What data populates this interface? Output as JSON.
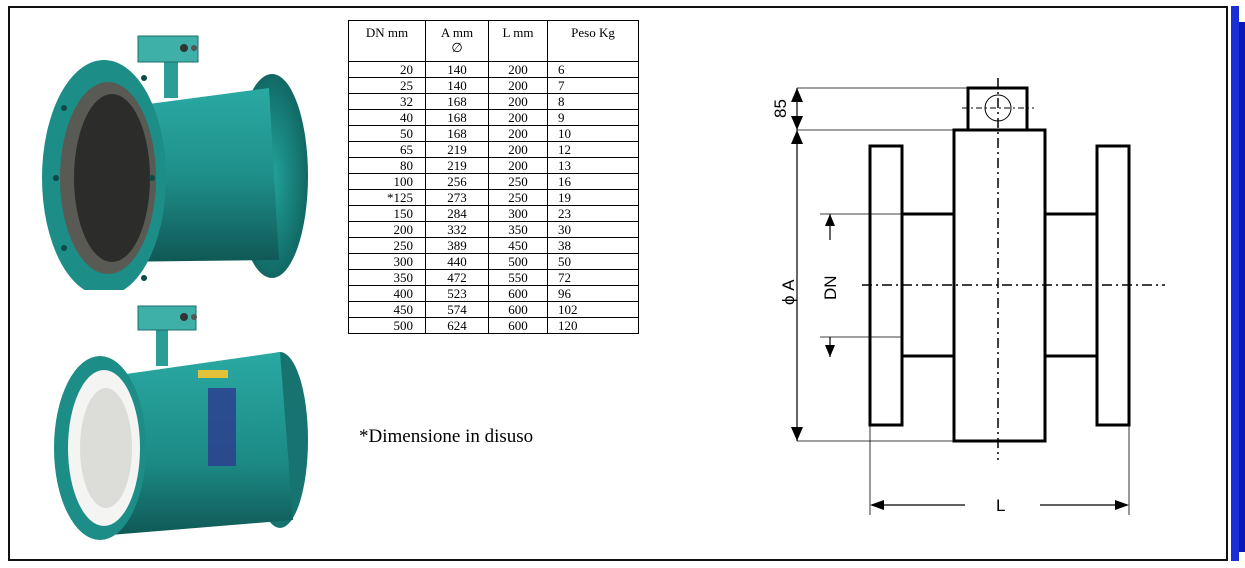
{
  "table": {
    "headers": [
      "DN mm",
      "A mm",
      "L mm",
      "Peso  Kg"
    ],
    "header_sub": "∅",
    "rows": [
      [
        "20",
        "140",
        "200",
        "6"
      ],
      [
        "25",
        "140",
        "200",
        "7"
      ],
      [
        "32",
        "168",
        "200",
        "8"
      ],
      [
        "40",
        "168",
        "200",
        "9"
      ],
      [
        "50",
        "168",
        "200",
        "10"
      ],
      [
        "65",
        "219",
        "200",
        "12"
      ],
      [
        "80",
        "219",
        "200",
        "13"
      ],
      [
        "100",
        "256",
        "250",
        "16"
      ],
      [
        "*125",
        "273",
        "250",
        "19"
      ],
      [
        "150",
        "284",
        "300",
        "23"
      ],
      [
        "200",
        "332",
        "350",
        "30"
      ],
      [
        "250",
        "389",
        "450",
        "38"
      ],
      [
        "300",
        "440",
        "500",
        "50"
      ],
      [
        "350",
        "472",
        "550",
        "72"
      ],
      [
        "400",
        "523",
        "600",
        "96"
      ],
      [
        "450",
        "574",
        "600",
        "102"
      ],
      [
        "500",
        "624",
        "600",
        "120"
      ]
    ]
  },
  "note": "*Dimensione in disuso",
  "drawing": {
    "dim_85": "85",
    "dim_A": "ϕ A",
    "dim_DN": "DN",
    "dim_L": "L"
  },
  "colors": {
    "meter_body": "#1f8f8a",
    "meter_dark": "#145f5c",
    "frame_accent": "#1a2fd8"
  },
  "icons": {
    "photo_top": "flowmeter-rubber-liner-photo",
    "photo_bottom": "flowmeter-ptfe-liner-photo"
  }
}
